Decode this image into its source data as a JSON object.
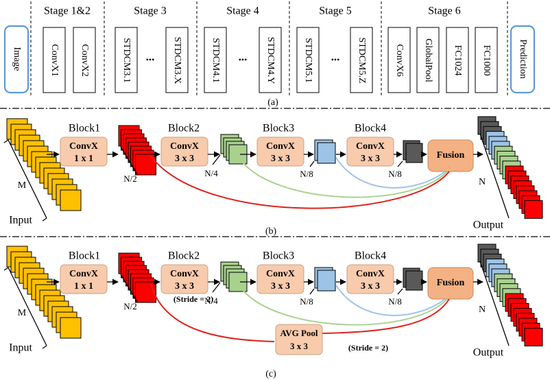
{
  "panel_a": {
    "caption": "(a)",
    "stage_headers": [
      "Stage 1&2",
      "Stage 3",
      "Stage 4",
      "Stage 5",
      "Stage 6"
    ],
    "input_label": "Image",
    "output_label": "Prediction",
    "ellipsis": "•••",
    "modules": {
      "convx1": "ConvX1",
      "convx2": "ConvX2",
      "stdcm3_1": "STDCM3.1",
      "stdcm3_x": "STDCM3.X",
      "stdcm4_1": "STDCM4.1",
      "stdcm4_y": "STDCM4.Y",
      "stdcm5_1": "STDCM5.1",
      "stdcm5_z": "STDCM5.Z",
      "convx6": "ConvX6",
      "globalpool": "GlobalPool",
      "fc1024": "FC1024",
      "fc1000": "FC1000"
    }
  },
  "panel_b": {
    "caption": "(b)",
    "block1": "Block1",
    "block2": "Block2",
    "block3": "Block3",
    "block4": "Block4",
    "convx_title": "ConvX",
    "k1x1": "1 x 1",
    "k3x3": "3 x 3",
    "fusion": "Fusion",
    "m": "M",
    "n2": "N/2",
    "n4": "N/4",
    "n8a": "N/8",
    "n8b": "N/8",
    "n": "N",
    "input": "Input",
    "output": "Output"
  },
  "panel_c": {
    "caption": "(c)",
    "block1": "Block1",
    "block2": "Block2",
    "block3": "Block3",
    "block4": "Block4",
    "convx_title": "ConvX",
    "k1x1": "1 x 1",
    "k3x3": "3 x 3",
    "stride": "(Stride = 2)",
    "fusion": "Fusion",
    "avgpool_title": "AVG Pool",
    "avgpool_k": "3 x 3",
    "avgpool_stride": "(Stride = 2)",
    "m": "M",
    "n2": "N/2",
    "n4": "N/4",
    "n8a": "N/8",
    "n8b": "N/8",
    "n": "N",
    "input": "Input",
    "output": "Output"
  },
  "colors": {
    "input_feature": "#ffc000",
    "block1_feature": "#ff0000",
    "block2_feature": "#a9d18e",
    "block3_feature": "#9dc3e6",
    "block4_feature": "#595959",
    "convx_fill": "#f8cbad",
    "fusion_fill": "#f4b183",
    "red_skip": "#e0201a",
    "green_skip": "#a9d18e",
    "blue_skip": "#9dc3e6",
    "rounded_box_border": "#5b9bd5"
  }
}
